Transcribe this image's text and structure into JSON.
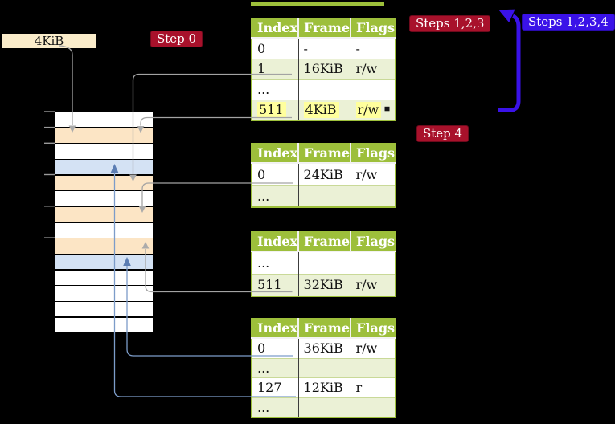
{
  "frame_label": "4KiB",
  "badges": {
    "step0": "Step 0",
    "steps_123": "Steps 1,2,3",
    "steps_1234": "Steps 1,2,3,4",
    "step4": "Step 4"
  },
  "page_tables": [
    {
      "headers": [
        "Index",
        "Frame",
        "Flags"
      ],
      "rows": [
        {
          "index": "0",
          "frame": "-",
          "flags": "-"
        },
        {
          "index": "1",
          "frame": "16KiB",
          "flags": "r/w"
        },
        {
          "index": "...",
          "frame": "",
          "flags": ""
        },
        {
          "index": "511",
          "frame": "4KiB",
          "flags": "r/w",
          "highlighted": true
        }
      ]
    },
    {
      "headers": [
        "Index",
        "Frame",
        "Flags"
      ],
      "rows": [
        {
          "index": "0",
          "frame": "24KiB",
          "flags": "r/w"
        },
        {
          "index": "...",
          "frame": "",
          "flags": ""
        }
      ]
    },
    {
      "headers": [
        "Index",
        "Frame",
        "Flags"
      ],
      "rows": [
        {
          "index": "...",
          "frame": "",
          "flags": ""
        },
        {
          "index": "511",
          "frame": "32KiB",
          "flags": "r/w"
        }
      ]
    },
    {
      "headers": [
        "Index",
        "Frame",
        "Flags"
      ],
      "rows": [
        {
          "index": "0",
          "frame": "36KiB",
          "flags": "r/w"
        },
        {
          "index": "...",
          "frame": "",
          "flags": ""
        },
        {
          "index": "127",
          "frame": "12KiB",
          "flags": "r"
        },
        {
          "index": "...",
          "frame": "",
          "flags": ""
        }
      ]
    }
  ],
  "memory_column": {
    "row_colors": [
      "white",
      "peach",
      "white",
      "blue",
      "peach",
      "white",
      "peach",
      "white",
      "peach",
      "blue",
      "white",
      "white",
      "white",
      "white"
    ]
  },
  "colors": {
    "white": "#ffffff",
    "peach": "#FCE5C5",
    "blue": "#D4E2F4",
    "header_green": "#9DBF3B",
    "row_green": "#EBF1D6",
    "highlight_yellow": "#FFFF9D",
    "label_cream": "#FAECCA",
    "badge_crimson": "#A8112B",
    "badge_blue": "#3A12E8",
    "connector_gray": "#A3A3A3",
    "connector_blue": "#7C9CC9",
    "connector_blue_dark": "#5B7DB3"
  }
}
